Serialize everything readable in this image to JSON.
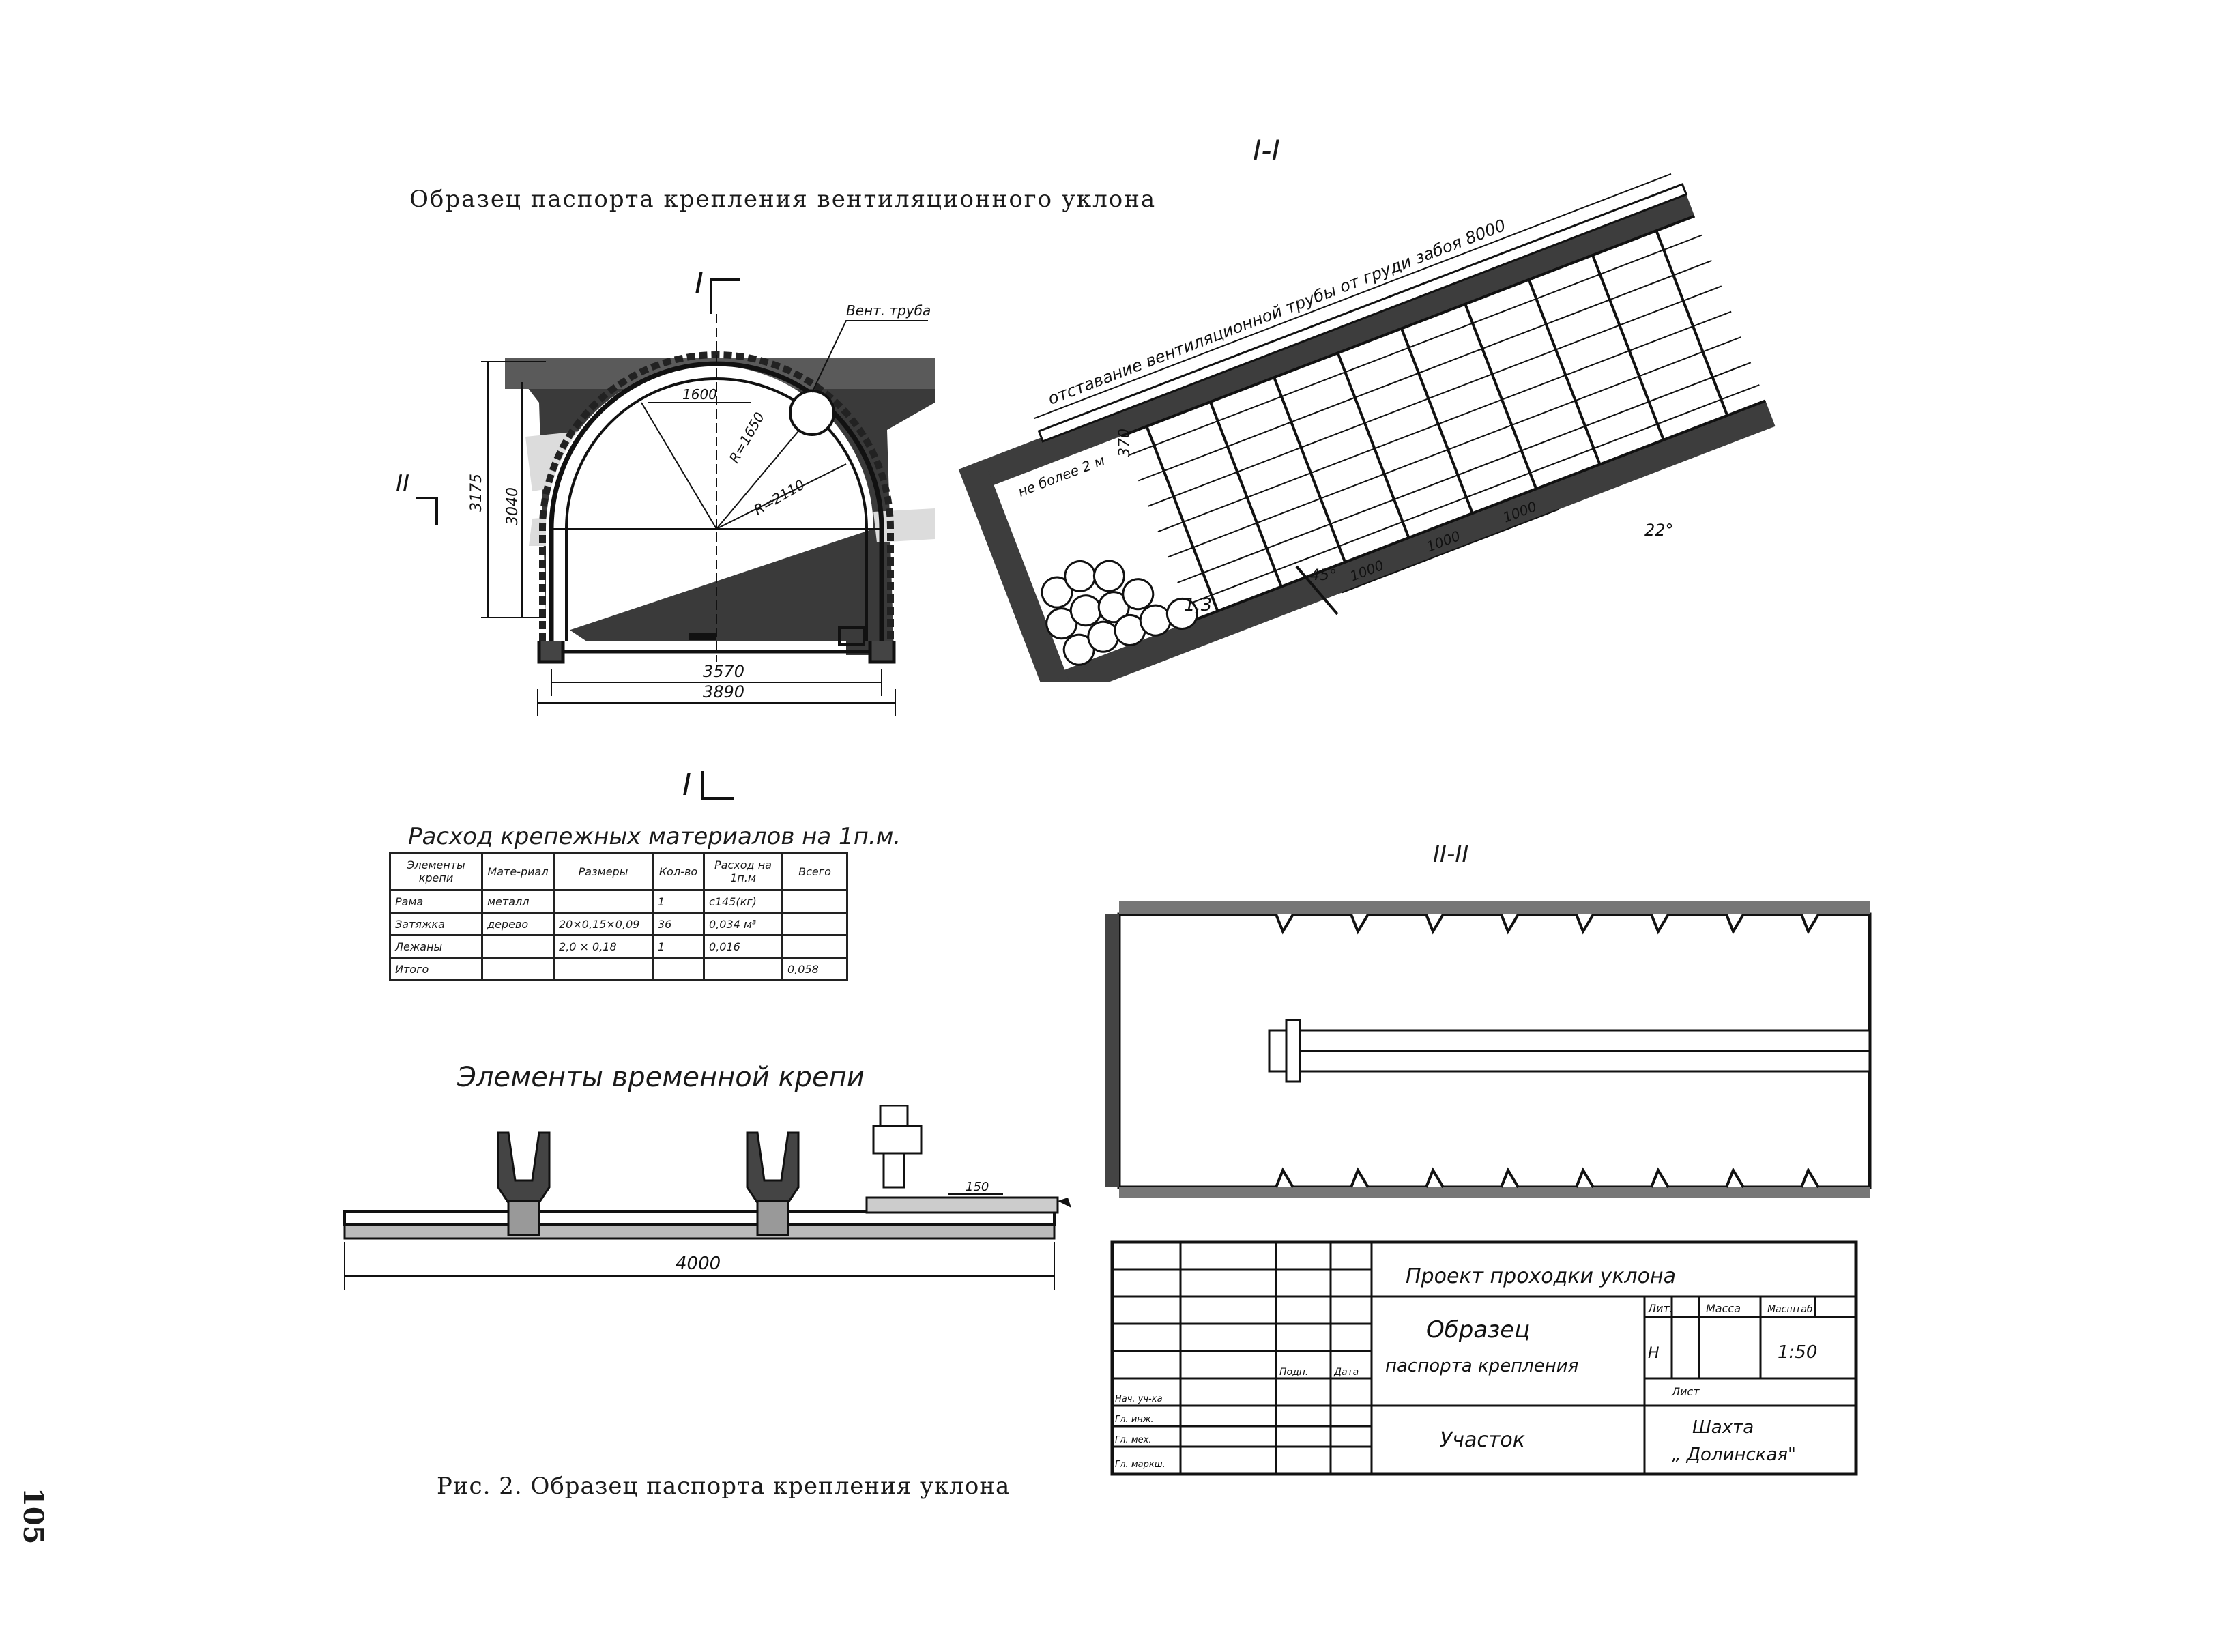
{
  "page_title": "Образец паспорта крепления вентиляционного уклона",
  "caption": "Рис. 2. Образец паспорта крепления уклона",
  "page_number": "105",
  "cross_section": {
    "section_mark": "I",
    "section_mark_left": "II",
    "vent_pipe_label": "Вент. труба",
    "dims": [
      "1600",
      "R=1650",
      "R=2110",
      "3175",
      "3040",
      "3570",
      "3890"
    ]
  },
  "section_i": {
    "title": "I-I",
    "top_label": "отставание вентиляционной трубы от груди забоя 8000",
    "note": "не более 2 м",
    "dims": [
      "370",
      "1000",
      "1000",
      "1000",
      "1,3",
      "45°",
      "22°"
    ]
  },
  "materials": {
    "title": "Расход крепежных материалов на 1п.м.",
    "headers": [
      "Элементы крепи",
      "Мате-риал",
      "Размеры",
      "Кол-во",
      "Расход на 1п.м",
      "Всего"
    ],
    "rows": [
      [
        "Рама",
        "металл",
        "",
        "1",
        "с145(кг)",
        ""
      ],
      [
        "Затяжка",
        "дерево",
        "20×0,15×0,09",
        "36",
        "0,034 м³",
        ""
      ],
      [
        "Лежаны",
        "",
        "2,0 × 0,18",
        "1",
        "0,016",
        ""
      ],
      [
        "Итого",
        "",
        "",
        "",
        "",
        "0,058"
      ]
    ]
  },
  "temporary_support": {
    "title": "Элементы временной крепи",
    "dims": [
      "150",
      "4000"
    ]
  },
  "section_ii": {
    "title": "II-II"
  },
  "stamp": {
    "project": "Проект проходки уклона",
    "doc_title_line1": "Образец",
    "doc_title_line2": "паспорта крепления",
    "col_headers": [
      "Лит.",
      "Масса",
      "Масштаб"
    ],
    "lit_value": "Н",
    "scale": "1:50",
    "sheet_label": "Лист",
    "sign_labels": [
      "Подп.",
      "Дата"
    ],
    "roles": [
      "Нач. уч-ка",
      "Гл. инж.",
      "Гл. мех.",
      "Гл. маркш."
    ],
    "unit_label": "Участок",
    "mine_line1": "Шахта",
    "mine_line2": "„ Долинская\""
  }
}
